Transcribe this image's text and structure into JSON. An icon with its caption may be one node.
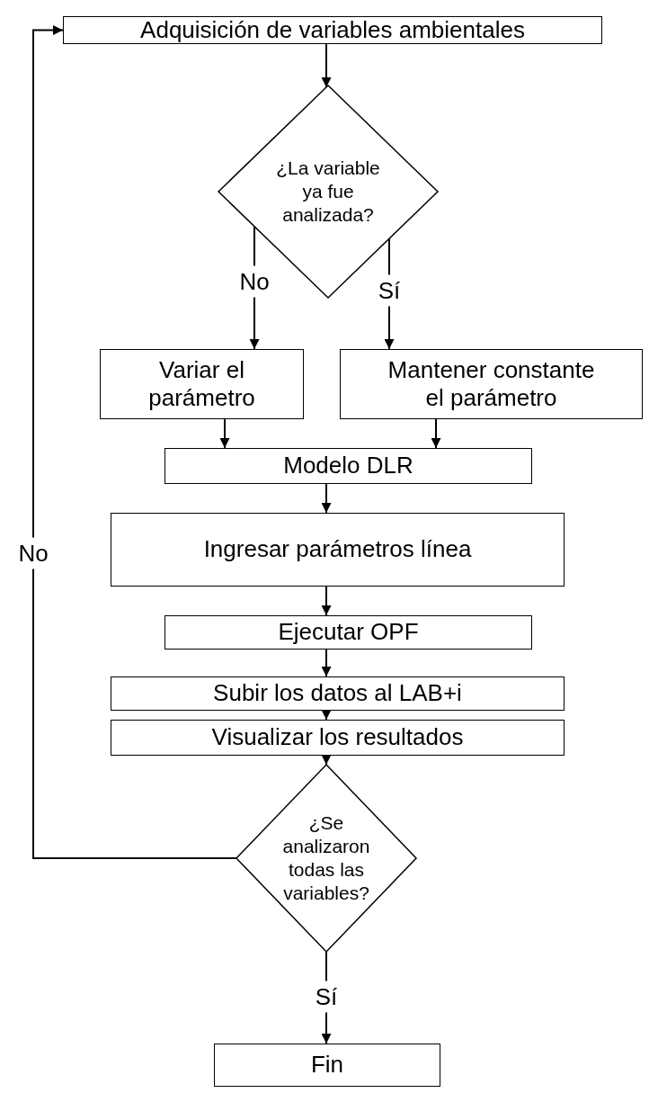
{
  "diagram": {
    "nodes": [
      {
        "text": [
          "Adquisición de variables ambientales"
        ]
      },
      {
        "text": [
          "¿La variable ya fue analizada?"
        ]
      },
      {
        "text": [
          "Variar el parámetro"
        ]
      },
      {
        "text": [
          "Mantener constante el parámetro"
        ]
      },
      {
        "text": [
          "Modelo DLR"
        ]
      },
      {
        "text": [
          "Ingresar parámetros línea"
        ]
      },
      {
        "text": [
          "Ejecutar OPF"
        ]
      },
      {
        "text": [
          "Subir los datos al LAB+i"
        ]
      },
      {
        "text": [
          "Visualizar los resultados"
        ]
      },
      {
        "text": [
          "¿Se analizaron todas las variables?"
        ]
      },
      {
        "text": [
          "Fin"
        ]
      }
    ],
    "edges": [
      {
        "from": 0,
        "to": 1,
        "arrow": "to"
      },
      {
        "from": 1,
        "to": 2,
        "arrow": "to",
        "label": "No"
      },
      {
        "from": 1,
        "to": 3,
        "arrow": "to",
        "label": "Sí"
      },
      {
        "from": 2,
        "to": 4,
        "arrow": "to"
      },
      {
        "from": 3,
        "to": 4,
        "arrow": "to"
      },
      {
        "from": 4,
        "to": 5,
        "arrow": "to"
      },
      {
        "from": 5,
        "to": 6,
        "arrow": "to"
      },
      {
        "from": 6,
        "to": 7,
        "arrow": "to"
      },
      {
        "from": 7,
        "to": 8,
        "arrow": "to"
      },
      {
        "from": 8,
        "to": 9,
        "arrow": "to"
      },
      {
        "from": 9,
        "to": 10,
        "arrow": "to",
        "label": "Sí"
      },
      {
        "from": 9,
        "to": 0,
        "arrow": "to",
        "label": "No"
      }
    ]
  }
}
